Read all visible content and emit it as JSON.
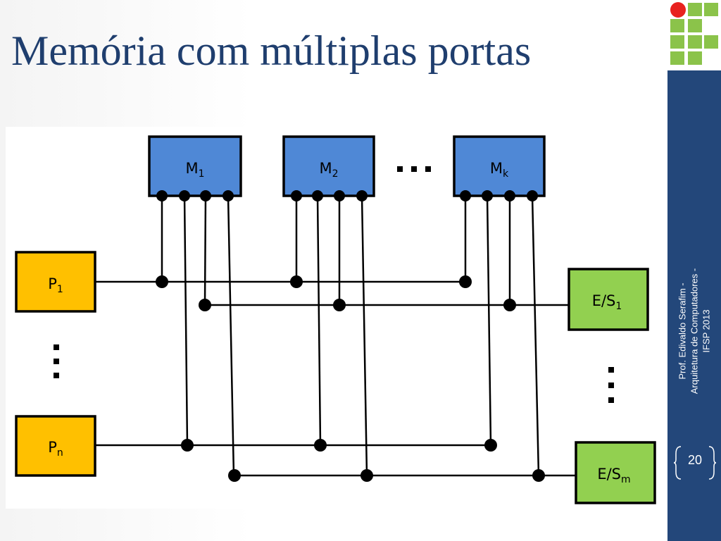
{
  "slide": {
    "title": "Memória com múltiplas portas",
    "footer_line1": "Prof. Edivaldo Serafim -",
    "footer_line2": "Arquitetura de Computadores -",
    "footer_line3": "IFSP 2013",
    "page_number": "20"
  },
  "diagram": {
    "memories": [
      {
        "label": "M",
        "sub": "1"
      },
      {
        "label": "M",
        "sub": "2"
      },
      {
        "label": "M",
        "sub": "k"
      }
    ],
    "processors": [
      {
        "label": "P",
        "sub": "1"
      },
      {
        "label": "P",
        "sub": "n"
      }
    ],
    "io_modules": [
      {
        "label": "E/S",
        "sub": "1"
      },
      {
        "label": "E/S",
        "sub": "m"
      }
    ],
    "ellipsis": "..."
  },
  "colors": {
    "memory_fill": "#4f88d6",
    "processor_fill": "#ffc000",
    "io_fill": "#92d050",
    "title": "#1f3e6e",
    "sidebar": "#23477a",
    "logo_green": "#8bc34a",
    "logo_red": "#e8221f"
  }
}
